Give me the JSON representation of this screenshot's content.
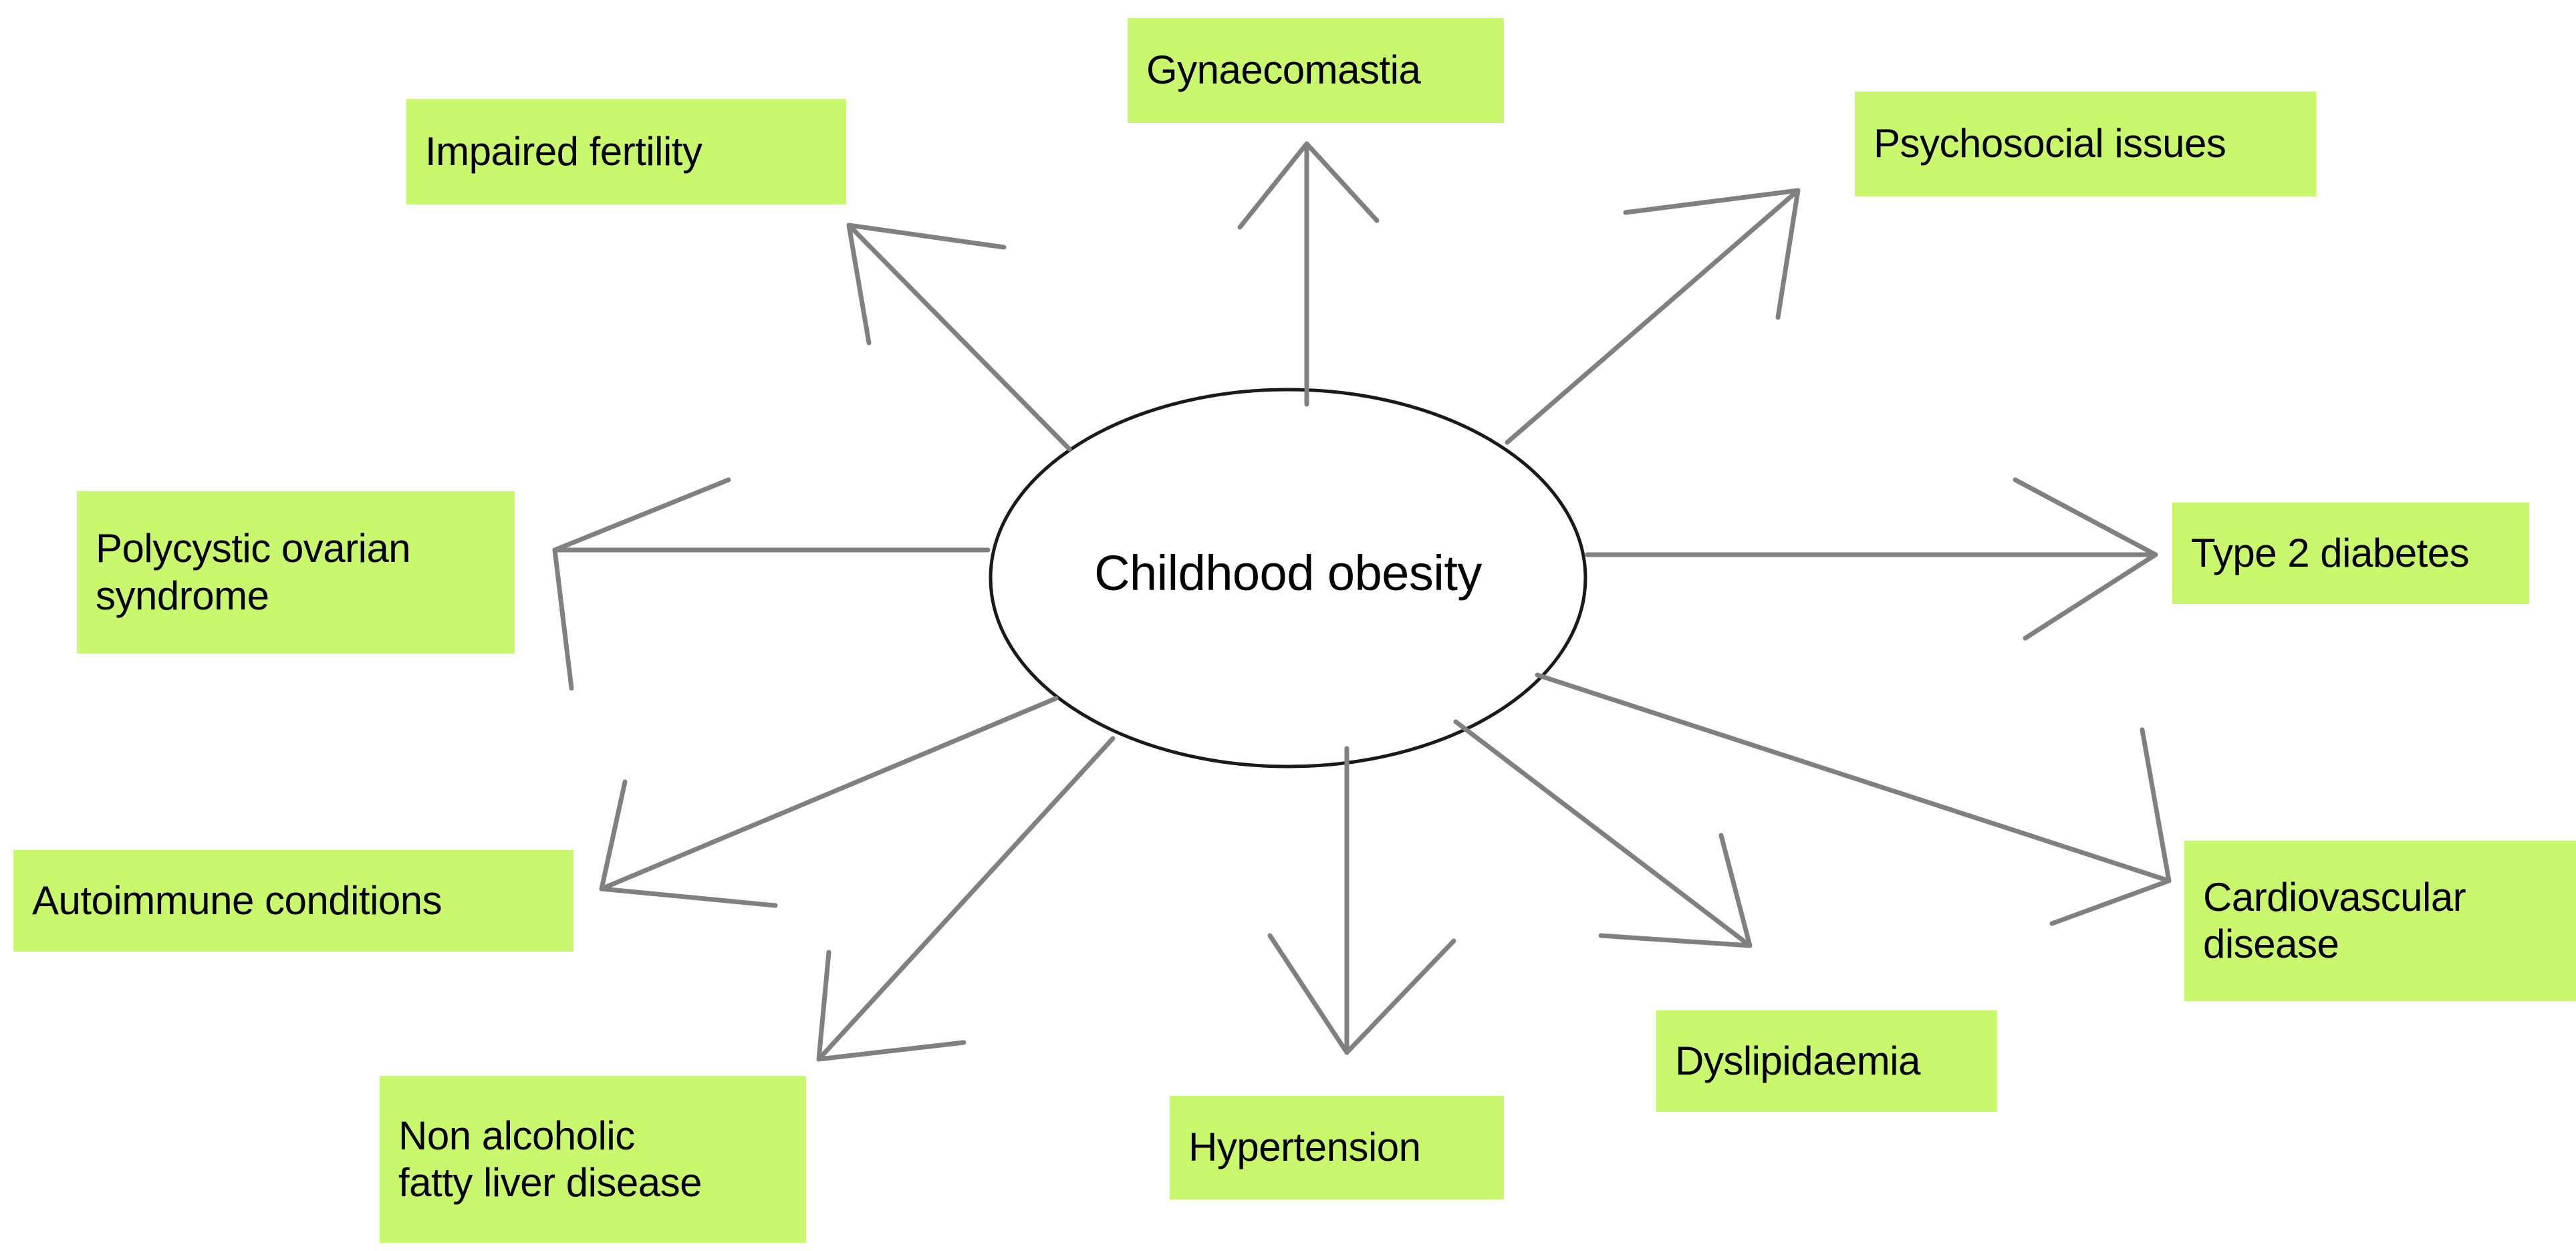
{
  "diagram": {
    "type": "spoke-and-hub concept map",
    "background_color": "#ffffff",
    "node_fill_color": "#c9f76e",
    "edge_color": "#808080",
    "hub_stroke_color": "#1a1a1a",
    "center": {
      "label": "Childhood obesity",
      "shape": "ellipse"
    },
    "nodes": [
      {
        "id": "impaired-fertility",
        "label": "Impaired fertility"
      },
      {
        "id": "gynaecomastia",
        "label": "Gynaecomastia"
      },
      {
        "id": "psychosocial-issues",
        "label": "Psychosocial issues"
      },
      {
        "id": "polycystic-ovarian-syndrome",
        "label": "Polycystic ovarian\nsyndrome"
      },
      {
        "id": "type-2-diabetes",
        "label": "Type 2 diabetes"
      },
      {
        "id": "autoimmune-conditions",
        "label": "Autoimmune conditions"
      },
      {
        "id": "cardiovascular-disease",
        "label": "Cardiovascular\ndisease"
      },
      {
        "id": "non-alcoholic-fatty-liver-disease",
        "label": "Non alcoholic\nfatty liver disease"
      },
      {
        "id": "hypertension",
        "label": "Hypertension"
      },
      {
        "id": "dyslipidaemia",
        "label": "Dyslipidaemia"
      }
    ],
    "edges": [
      {
        "from": "Childhood obesity",
        "to": "Impaired fertility",
        "style": "open-arrow"
      },
      {
        "from": "Childhood obesity",
        "to": "Gynaecomastia",
        "style": "open-arrow"
      },
      {
        "from": "Childhood obesity",
        "to": "Psychosocial issues",
        "style": "open-arrow"
      },
      {
        "from": "Childhood obesity",
        "to": "Polycystic ovarian syndrome",
        "style": "open-arrow"
      },
      {
        "from": "Childhood obesity",
        "to": "Type 2 diabetes",
        "style": "open-arrow"
      },
      {
        "from": "Childhood obesity",
        "to": "Autoimmune conditions",
        "style": "open-arrow"
      },
      {
        "from": "Childhood obesity",
        "to": "Cardiovascular disease",
        "style": "open-arrow"
      },
      {
        "from": "Childhood obesity",
        "to": "Non alcoholic fatty liver disease",
        "style": "open-arrow"
      },
      {
        "from": "Childhood obesity",
        "to": "Hypertension",
        "style": "open-arrow"
      },
      {
        "from": "Childhood obesity",
        "to": "Dyslipidaemia",
        "style": "open-arrow"
      }
    ]
  }
}
